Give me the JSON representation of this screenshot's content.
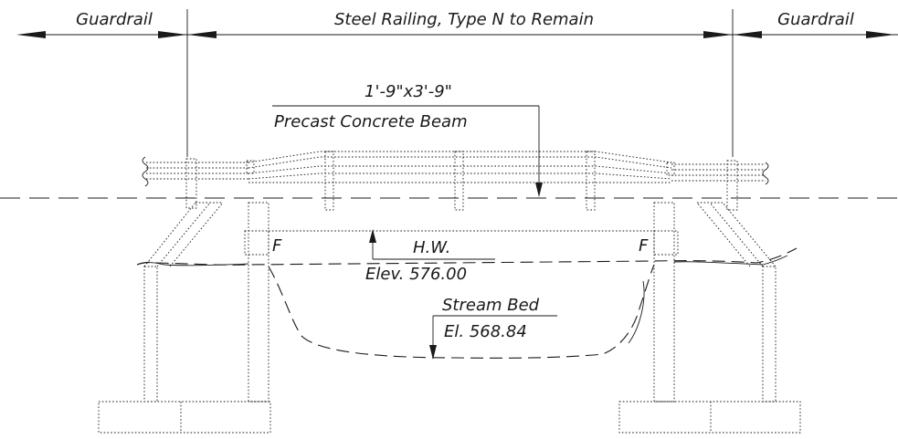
{
  "labels": {
    "guardrail_left": "Guardrail",
    "steel_railing": "Steel Railing, Type N to Remain",
    "guardrail_right": "Guardrail",
    "beam_size": "1'-9\"x3'-9\"",
    "beam_type": "Precast Concrete Beam",
    "hw_label": "H.W.",
    "hw_elev": "Elev. 576.00",
    "stream_label": "Stream Bed",
    "stream_elev": "El. 568.84",
    "fixed_left": "F",
    "fixed_right": "F"
  }
}
